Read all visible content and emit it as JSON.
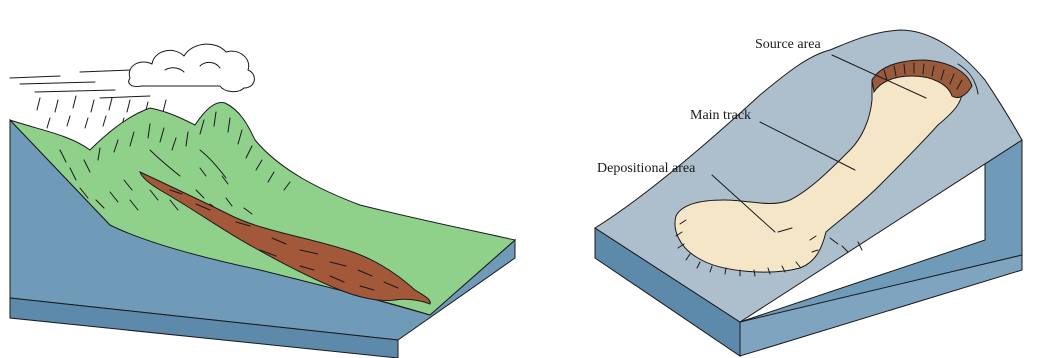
{
  "labels": {
    "source_area": "Source area",
    "main_track": "Main track",
    "depositional_area": "Depositional area"
  },
  "colors": {
    "terrain_green": "#8fd08a",
    "terrain_slate": "#adbfcc",
    "block_side": "#6f9ab8",
    "mudflow_brown": "#a4583a",
    "track_cream": "#f5e6c8",
    "source_brown": "#9a5a3c"
  }
}
